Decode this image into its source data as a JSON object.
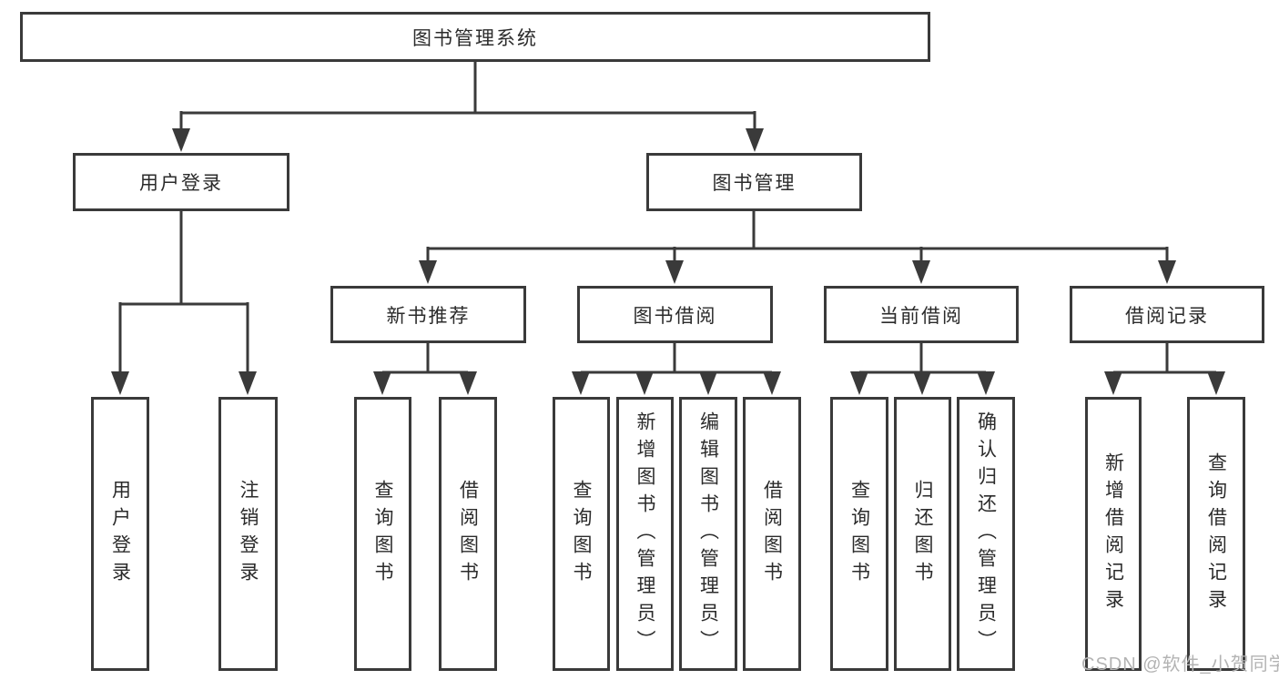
{
  "diagram": {
    "title": "图书管理系统",
    "root": {
      "label": "图书管理系统"
    },
    "branches": [
      {
        "label": "用户登录",
        "children": [
          {
            "label": "用户登录"
          },
          {
            "label": "注销登录"
          }
        ]
      },
      {
        "label": "图书管理",
        "children": [
          {
            "label": "新书推荐",
            "children": [
              {
                "label": "查询图书"
              },
              {
                "label": "借阅图书"
              }
            ]
          },
          {
            "label": "图书借阅",
            "children": [
              {
                "label": "查询图书"
              },
              {
                "label": "新增图书（管理员）"
              },
              {
                "label": "编辑图书（管理员）"
              },
              {
                "label": "借阅图书"
              }
            ]
          },
          {
            "label": "当前借阅",
            "children": [
              {
                "label": "查询图书"
              },
              {
                "label": "归还图书"
              },
              {
                "label": "确认归还（管理员）"
              }
            ]
          },
          {
            "label": "借阅记录",
            "children": [
              {
                "label": "新增借阅记录"
              },
              {
                "label": "查询借阅记录"
              }
            ]
          }
        ]
      }
    ]
  },
  "watermark": {
    "text": "CSDN @软件_小贺同学"
  },
  "colors": {
    "line": "#3a3a3a",
    "text": "#2b2b2b",
    "watermark": "#b3b3b3",
    "background": "#ffffff"
  }
}
